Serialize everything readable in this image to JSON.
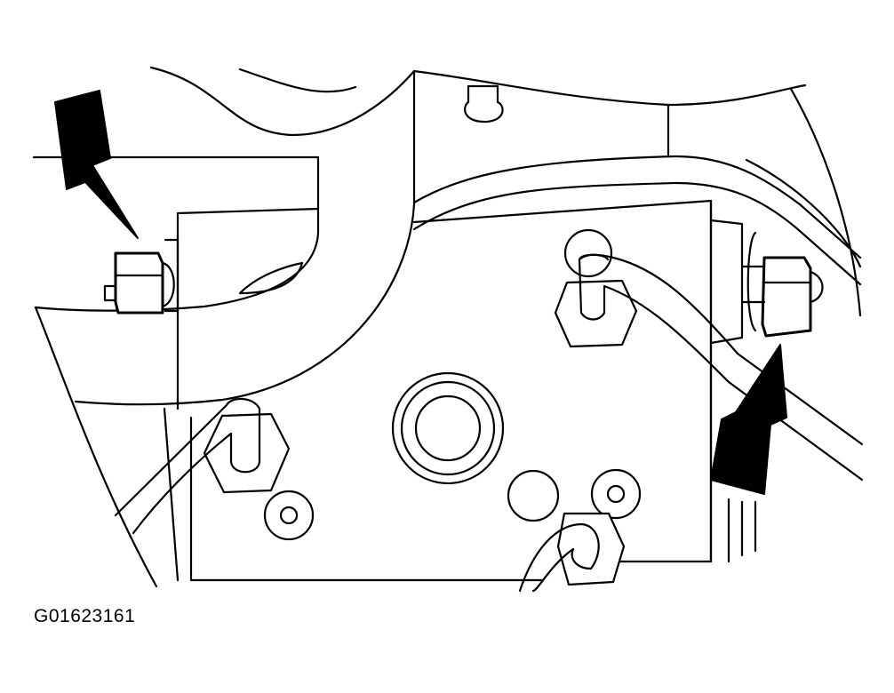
{
  "figure": {
    "id_label": "G01623161",
    "colors": {
      "line": "#000000",
      "fill": "#ffffff",
      "arrow": "#000000"
    },
    "callouts": [
      {
        "name": "left-arrow",
        "icon": "arrow-down-right-icon",
        "points_to": "left-nut"
      },
      {
        "name": "right-arrow",
        "icon": "arrow-up-left-icon",
        "points_to": "right-nut"
      }
    ]
  }
}
